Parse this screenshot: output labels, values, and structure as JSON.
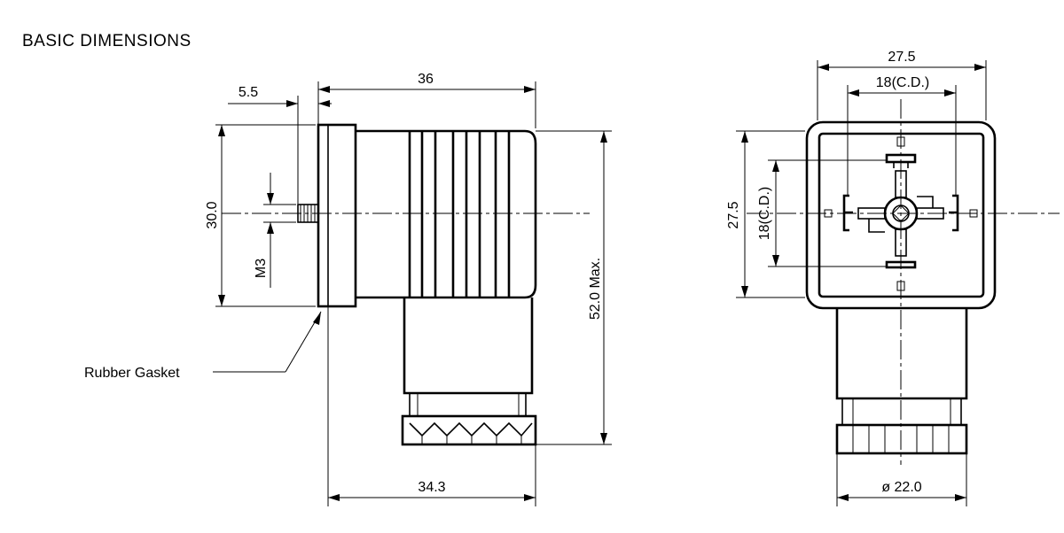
{
  "title": "BASIC  DIMENSIONS",
  "side_view": {
    "dim_top_total": "36",
    "dim_gasket": "5.5",
    "dim_height": "30.0",
    "dim_thread": "M3",
    "dim_max_height": "52.0 Max.",
    "dim_bottom_width": "34.3",
    "label_gasket": "Rubber Gasket"
  },
  "front_view": {
    "dim_width": "27.5",
    "dim_cd_horizontal": "18(C.D.)",
    "dim_height": "27.5",
    "dim_cd_vertical": "18(C.D.)",
    "dim_diameter": "ø 22.0"
  }
}
